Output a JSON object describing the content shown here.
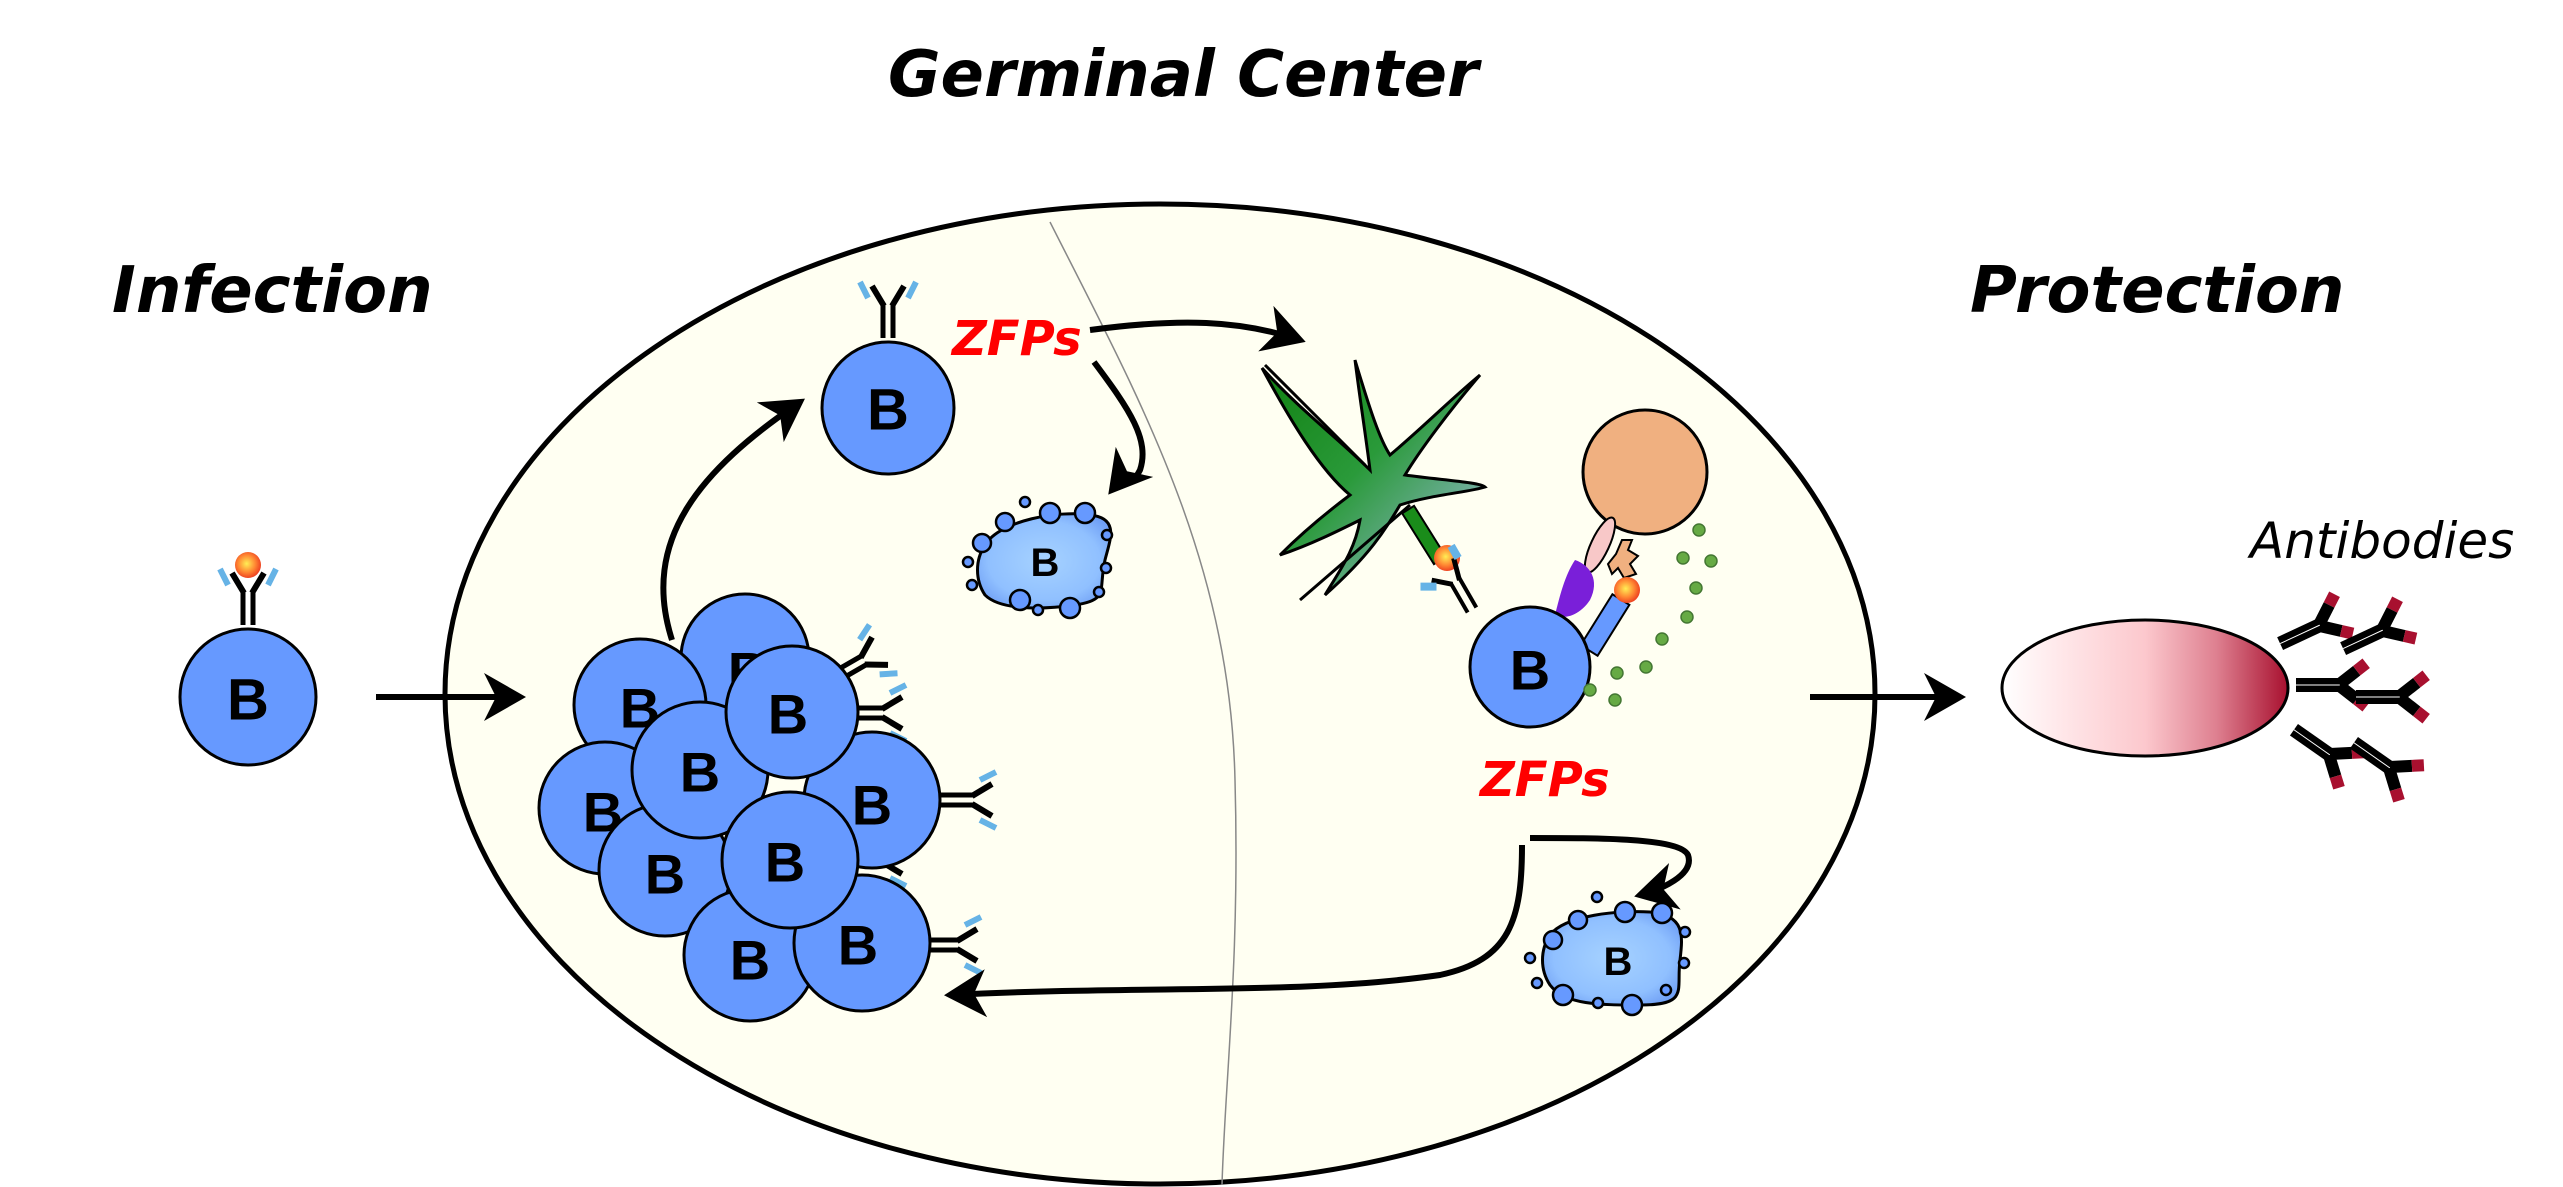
{
  "titles": {
    "germinal_center": "Germinal Center",
    "infection": "Infection",
    "protection": "Protection"
  },
  "labels": {
    "zfps_top": "ZFPs",
    "zfps_bottom": "ZFPs",
    "antibodies": "Antibodies",
    "b_cell": "B"
  },
  "colors": {
    "b_cell_fill": "#6699ff",
    "apoptotic_fill": "#99c7ff",
    "germinal_center_fill": "#fffff2",
    "zfp_text": "#ff0000",
    "dendritic_cell": "#1a8c1a",
    "t_cell": "#f0b080",
    "antigen": "#ff6633",
    "bcr_tip": "#66b3e6",
    "plasma_cell_gradient_end": "#a8102f",
    "antibody_tip": "#a8102f",
    "cytokine_dots": "#66aa44",
    "costim_purple": "#7a1fd9"
  },
  "cluster_b_cells": [
    "B",
    "B",
    "B",
    "B",
    "B",
    "B",
    "B",
    "B",
    "B"
  ]
}
